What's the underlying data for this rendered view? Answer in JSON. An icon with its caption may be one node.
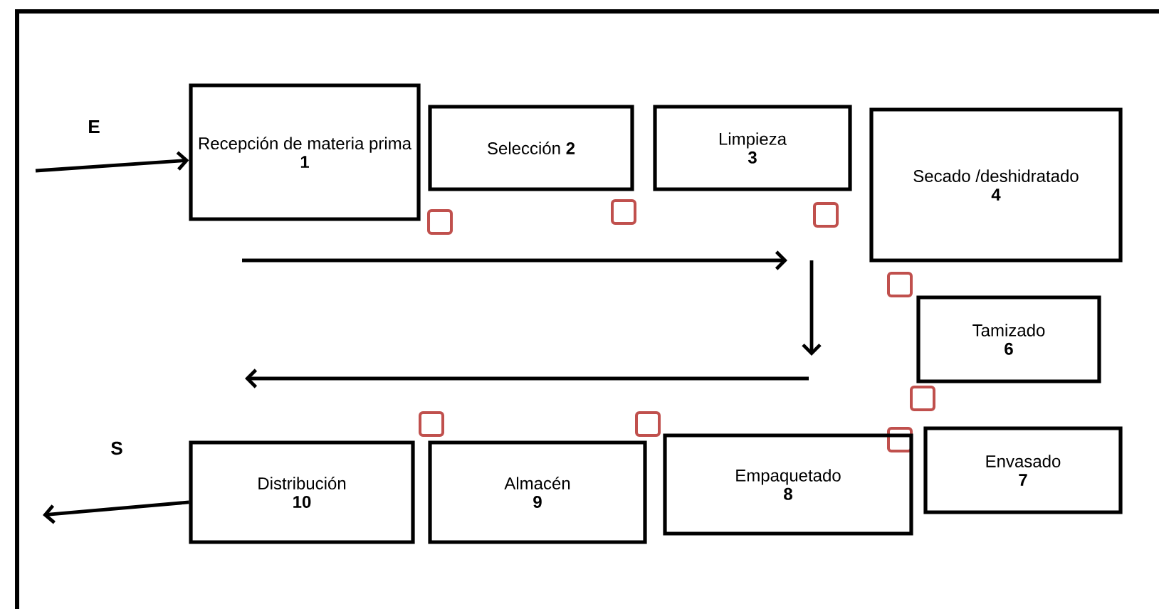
{
  "diagram": {
    "nodes": [
      {
        "text": [
          "Recepción de materia prima",
          "1"
        ]
      },
      {
        "text": [
          "Selección",
          "2"
        ]
      },
      {
        "text": [
          "Limpieza",
          "3"
        ]
      },
      {
        "text": [
          "Secado /deshidratado",
          "4"
        ]
      },
      {
        "text": [
          "Tamizado",
          "6"
        ]
      },
      {
        "text": [
          "Envasado",
          "7"
        ]
      },
      {
        "text": [
          "Empaquetado",
          "8"
        ]
      },
      {
        "text": [
          "Almacén",
          "9"
        ]
      },
      {
        "text": [
          "Distribución",
          "10"
        ]
      }
    ],
    "edges": [
      {
        "from": null,
        "to": 0,
        "arrow": "to",
        "label": "E"
      },
      {
        "from": 8,
        "to": null,
        "arrow": "to",
        "label": "S"
      }
    ]
  }
}
